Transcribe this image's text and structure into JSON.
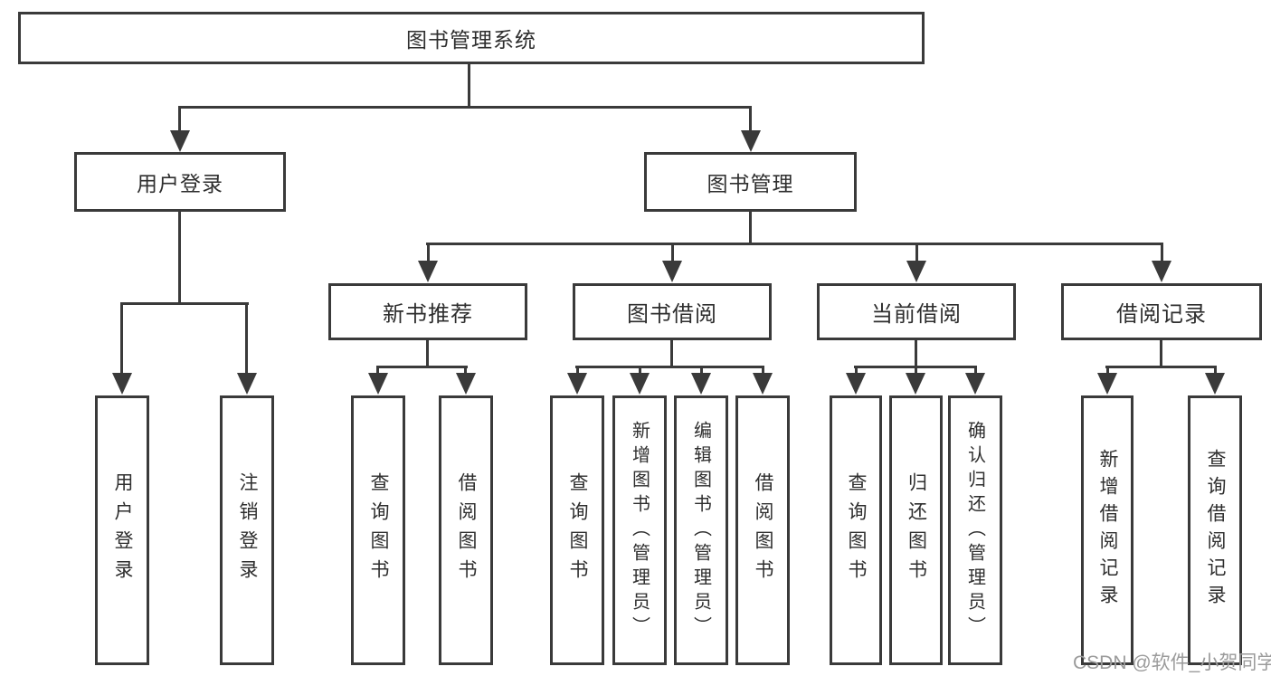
{
  "diagram_title": "图书管理系统",
  "colors": {
    "line": "#3a3a3a",
    "text": "#2e2e2e",
    "background": "#ffffff",
    "watermark": "#9b9b9b"
  },
  "watermark": {
    "text": "CSDN @软件_小贺同学"
  },
  "nodes": {
    "root": {
      "id": "library-management-system",
      "label": "图书管理系统"
    },
    "level2": [
      {
        "id": "user-login",
        "label": "用户登录"
      },
      {
        "id": "book-management",
        "label": "图书管理"
      }
    ],
    "level3": [
      {
        "id": "new-book-recommend",
        "label": "新书推荐",
        "parent": "book-management"
      },
      {
        "id": "book-borrowing",
        "label": "图书借阅",
        "parent": "book-management"
      },
      {
        "id": "current-borrowing",
        "label": "当前借阅",
        "parent": "book-management"
      },
      {
        "id": "borrowing-records",
        "label": "借阅记录",
        "parent": "book-management"
      }
    ],
    "leaves": [
      {
        "id": "user-login",
        "label": "用户登录",
        "parent": "user-login"
      },
      {
        "id": "logout",
        "label": "注销登录",
        "parent": "user-login"
      },
      {
        "id": "query-books",
        "label": "查询图书",
        "parent": "new-book-recommend"
      },
      {
        "id": "borrow-books",
        "label": "借阅图书",
        "parent": "new-book-recommend"
      },
      {
        "id": "query-books",
        "label": "查询图书",
        "parent": "book-borrowing"
      },
      {
        "id": "add-books-admin",
        "label": "新增图书（管理员）",
        "parent": "book-borrowing"
      },
      {
        "id": "edit-books-admin",
        "label": "编辑图书（管理员）",
        "parent": "book-borrowing"
      },
      {
        "id": "borrow-books",
        "label": "借阅图书",
        "parent": "book-borrowing"
      },
      {
        "id": "query-books",
        "label": "查询图书",
        "parent": "current-borrowing"
      },
      {
        "id": "return-books",
        "label": "归还图书",
        "parent": "current-borrowing"
      },
      {
        "id": "confirm-return-admin",
        "label": "确认归还（管理员）",
        "parent": "current-borrowing"
      },
      {
        "id": "add-borrowing-record",
        "label": "新增借阅记录",
        "parent": "borrowing-records"
      },
      {
        "id": "query-borrowing-record",
        "label": "查询借阅记录",
        "parent": "borrowing-records"
      }
    ]
  }
}
